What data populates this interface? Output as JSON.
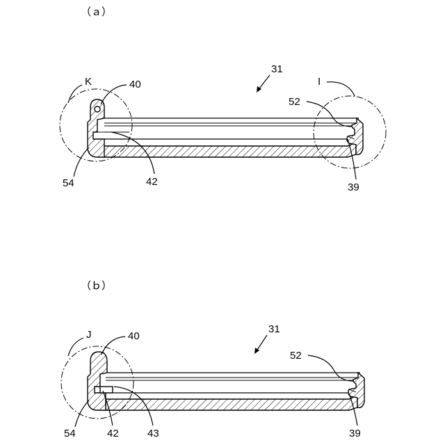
{
  "figure": {
    "panel_a": {
      "caption": "（ａ）",
      "ref_31": "31",
      "ref_k": "K",
      "ref_i": "I",
      "ref_40": "40",
      "ref_52": "52",
      "ref_54": "54",
      "ref_42": "42",
      "ref_39": "39"
    },
    "panel_b": {
      "caption": "（ｂ）",
      "ref_31": "31",
      "ref_j": "J",
      "ref_40": "40",
      "ref_52": "52",
      "ref_54": "54",
      "ref_42": "42",
      "ref_43": "43",
      "ref_39": "39"
    }
  }
}
